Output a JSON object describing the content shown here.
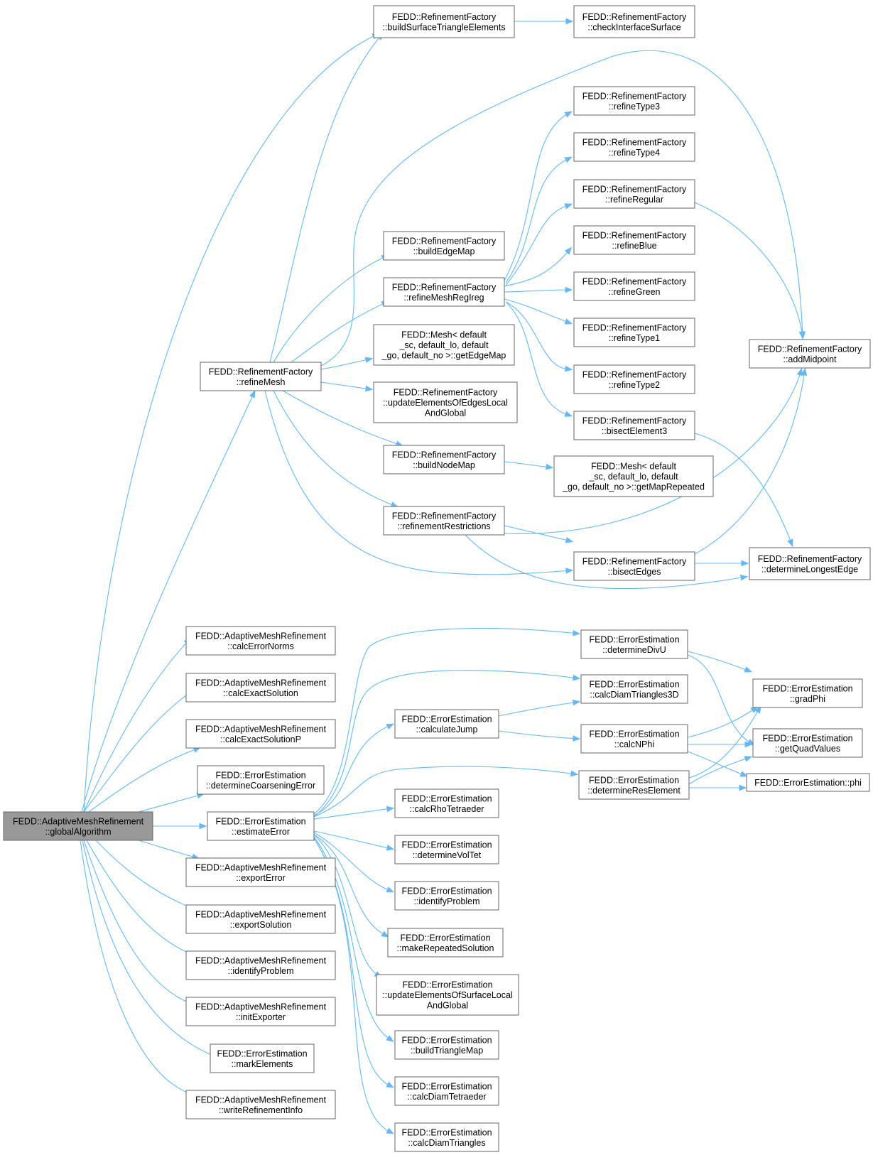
{
  "colors": {
    "edge": "#63b8ff",
    "node_border": "#666666",
    "root_fill": "#999999"
  },
  "nodes": [
    {
      "id": "root",
      "lines": [
        "FEDD::AdaptiveMeshRefinement",
        "::globalAlgorithm"
      ],
      "root": true
    },
    {
      "id": "buildSurf",
      "lines": [
        "FEDD::RefinementFactory",
        "::buildSurfaceTriangleElements"
      ]
    },
    {
      "id": "checkIface",
      "lines": [
        "FEDD::RefinementFactory",
        "::checkInterfaceSurface"
      ]
    },
    {
      "id": "refineType3",
      "lines": [
        "FEDD::RefinementFactory",
        "::refineType3"
      ]
    },
    {
      "id": "refineType4",
      "lines": [
        "FEDD::RefinementFactory",
        "::refineType4"
      ]
    },
    {
      "id": "refineRegular",
      "lines": [
        "FEDD::RefinementFactory",
        "::refineRegular"
      ]
    },
    {
      "id": "buildEdgeMap",
      "lines": [
        "FEDD::RefinementFactory",
        "::buildEdgeMap"
      ]
    },
    {
      "id": "refineBlue",
      "lines": [
        "FEDD::RefinementFactory",
        "::refineBlue"
      ]
    },
    {
      "id": "refineMeshRegIreg",
      "lines": [
        "FEDD::RefinementFactory",
        "::refineMeshRegIreg"
      ]
    },
    {
      "id": "refineGreen",
      "lines": [
        "FEDD::RefinementFactory",
        "::refineGreen"
      ]
    },
    {
      "id": "refineType1",
      "lines": [
        "FEDD::RefinementFactory",
        "::refineType1"
      ]
    },
    {
      "id": "getEdgeMap",
      "lines": [
        "FEDD::Mesh< default",
        "_sc, default_lo, default",
        "_go, default_no >::getEdgeMap"
      ]
    },
    {
      "id": "refineMesh",
      "lines": [
        "FEDD::RefinementFactory",
        "::refineMesh"
      ]
    },
    {
      "id": "addMidpoint",
      "lines": [
        "FEDD::RefinementFactory",
        "::addMidpoint"
      ]
    },
    {
      "id": "refineType2",
      "lines": [
        "FEDD::RefinementFactory",
        "::refineType2"
      ]
    },
    {
      "id": "updEdges",
      "lines": [
        "FEDD::RefinementFactory",
        "::updateElementsOfEdgesLocal",
        "AndGlobal"
      ]
    },
    {
      "id": "bisectElement3",
      "lines": [
        "FEDD::RefinementFactory",
        "::bisectElement3"
      ]
    },
    {
      "id": "buildNodeMap",
      "lines": [
        "FEDD::RefinementFactory",
        "::buildNodeMap"
      ]
    },
    {
      "id": "getMapRepeated",
      "lines": [
        "FEDD::Mesh< default",
        "_sc, default_lo, default",
        "_go, default_no >::getMapRepeated"
      ]
    },
    {
      "id": "refRestr",
      "lines": [
        "FEDD::RefinementFactory",
        "::refinementRestrictions"
      ]
    },
    {
      "id": "bisectEdges",
      "lines": [
        "FEDD::RefinementFactory",
        "::bisectEdges"
      ]
    },
    {
      "id": "longestEdge",
      "lines": [
        "FEDD::RefinementFactory",
        "::determineLongestEdge"
      ]
    },
    {
      "id": "calcErrorNorms",
      "lines": [
        "FEDD::AdaptiveMeshRefinement",
        "::calcErrorNorms"
      ]
    },
    {
      "id": "calcExact",
      "lines": [
        "FEDD::AdaptiveMeshRefinement",
        "::calcExactSolution"
      ]
    },
    {
      "id": "calcExactP",
      "lines": [
        "FEDD::AdaptiveMeshRefinement",
        "::calcExactSolutionP"
      ]
    },
    {
      "id": "detCoarsen",
      "lines": [
        "FEDD::ErrorEstimation",
        "::determineCoarseningError"
      ]
    },
    {
      "id": "estimateError",
      "lines": [
        "FEDD::ErrorEstimation",
        "::estimateError"
      ]
    },
    {
      "id": "exportError",
      "lines": [
        "FEDD::AdaptiveMeshRefinement",
        "::exportError"
      ]
    },
    {
      "id": "exportSolution",
      "lines": [
        "FEDD::AdaptiveMeshRefinement",
        "::exportSolution"
      ]
    },
    {
      "id": "identifyAMR",
      "lines": [
        "FEDD::AdaptiveMeshRefinement",
        "::identifyProblem"
      ]
    },
    {
      "id": "initExporter",
      "lines": [
        "FEDD::AdaptiveMeshRefinement",
        "::initExporter"
      ]
    },
    {
      "id": "markElements",
      "lines": [
        "FEDD::ErrorEstimation",
        "::markElements"
      ]
    },
    {
      "id": "writeRefInfo",
      "lines": [
        "FEDD::AdaptiveMeshRefinement",
        "::writeRefinementInfo"
      ]
    },
    {
      "id": "detDivU",
      "lines": [
        "FEDD::ErrorEstimation",
        "::determineDivU"
      ]
    },
    {
      "id": "calcDiam3D",
      "lines": [
        "FEDD::ErrorEstimation",
        "::calcDiamTriangles3D"
      ]
    },
    {
      "id": "calcJump",
      "lines": [
        "FEDD::ErrorEstimation",
        "::calculateJump"
      ]
    },
    {
      "id": "calcNPhi",
      "lines": [
        "FEDD::ErrorEstimation",
        "::calcNPhi"
      ]
    },
    {
      "id": "detResElement",
      "lines": [
        "FEDD::ErrorEstimation",
        "::determineResElement"
      ]
    },
    {
      "id": "gradPhi",
      "lines": [
        "FEDD::ErrorEstimation",
        "::gradPhi"
      ]
    },
    {
      "id": "getQuad",
      "lines": [
        "FEDD::ErrorEstimation",
        "::getQuadValues"
      ]
    },
    {
      "id": "phi",
      "lines": [
        "FEDD::ErrorEstimation::phi"
      ]
    },
    {
      "id": "calcRho",
      "lines": [
        "FEDD::ErrorEstimation",
        "::calcRhoTetraeder"
      ]
    },
    {
      "id": "detVolTet",
      "lines": [
        "FEDD::ErrorEstimation",
        "::determineVolTet"
      ]
    },
    {
      "id": "identifyEE",
      "lines": [
        "FEDD::ErrorEstimation",
        "::identifyProblem"
      ]
    },
    {
      "id": "makeRep",
      "lines": [
        "FEDD::ErrorEstimation",
        "::makeRepeatedSolution"
      ]
    },
    {
      "id": "updSurf",
      "lines": [
        "FEDD::ErrorEstimation",
        "::updateElementsOfSurfaceLocal",
        "AndGlobal"
      ]
    },
    {
      "id": "buildTri",
      "lines": [
        "FEDD::ErrorEstimation",
        "::buildTriangleMap"
      ]
    },
    {
      "id": "calcDiamTet",
      "lines": [
        "FEDD::ErrorEstimation",
        "::calcDiamTetraeder"
      ]
    },
    {
      "id": "calcDiamTri",
      "lines": [
        "FEDD::ErrorEstimation",
        "::calcDiamTriangles"
      ]
    }
  ]
}
